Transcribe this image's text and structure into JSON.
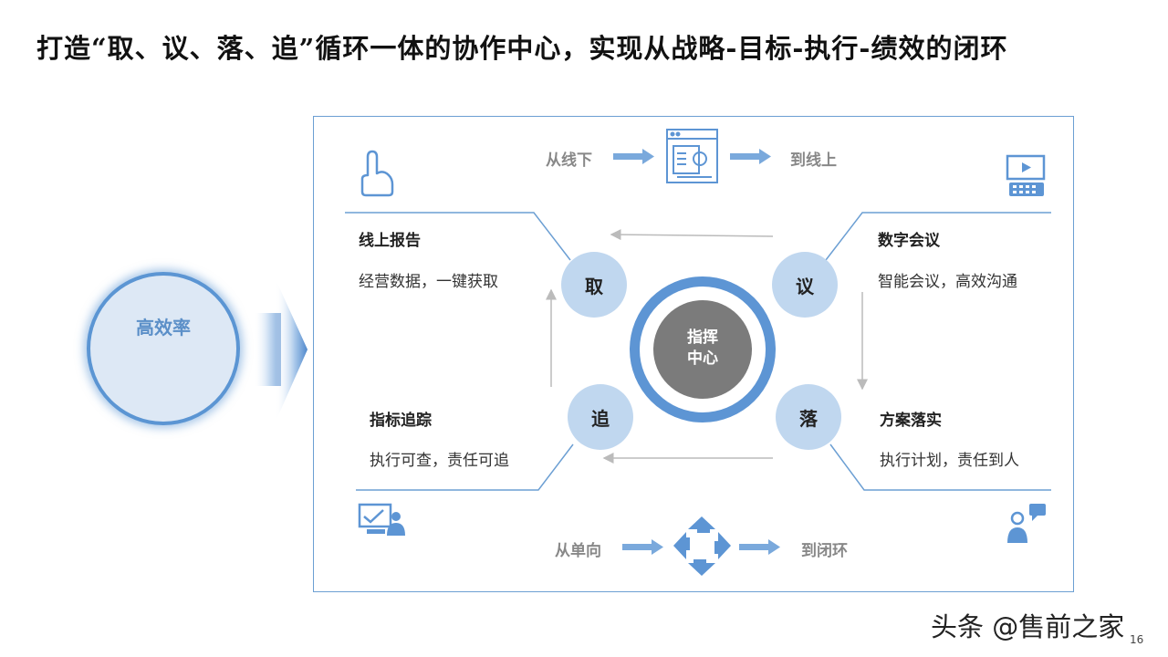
{
  "title": "打造“取、议、落、追”循环一体的协作中心，实现从战略-目标-执行-绩效的闭环",
  "left_badge": {
    "label": "高效率",
    "icon": "magic-wand-icon"
  },
  "center": {
    "line1": "指挥",
    "line2": "中心"
  },
  "nodes": {
    "qu": "取",
    "yi": "议",
    "luo": "落",
    "zhui": "追"
  },
  "top_flow": {
    "from": "从线下",
    "to": "到线上",
    "icon": "online-form-icon"
  },
  "bottom_flow": {
    "from": "从单向",
    "to": "到闭环",
    "icon": "cycle-arrows-icon"
  },
  "quadrants": {
    "top_left": {
      "title": "线上报告",
      "desc": "经营数据，一键获取",
      "icon": "pointing-hand-icon"
    },
    "top_right": {
      "title": "数字会议",
      "desc": "智能会议，高效沟通",
      "icon": "video-terminal-icon"
    },
    "bottom_left": {
      "title": "指标追踪",
      "desc": "执行可查，责任可追",
      "icon": "presentation-icon"
    },
    "bottom_right": {
      "title": "方案落实",
      "desc": "执行计划，责任到人",
      "icon": "user-chat-icon"
    }
  },
  "colors": {
    "accent": "#5d95d4",
    "node_fill": "#c0d7ef",
    "center_fill": "#7b7b7b",
    "line": "#6c9fd3"
  },
  "watermark": "头条 @售前之家",
  "page_number": "16"
}
